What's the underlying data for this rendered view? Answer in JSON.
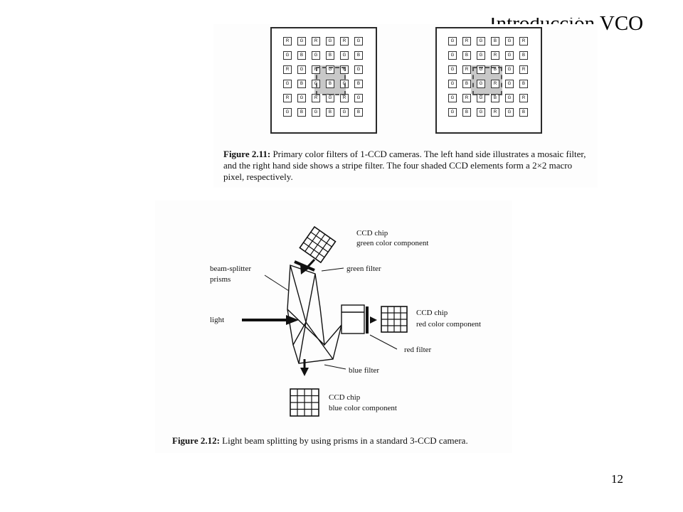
{
  "slide": {
    "title": "Introducción VCO",
    "page_number": "12"
  },
  "figure_2_11": {
    "caption_label": "Figure 2.11:",
    "caption_text": "Primary color filters of 1-CCD cameras. The left hand side illustrates a mosaic filter, and the right hand side shows a stripe filter. The four shaded CCD elements form a 2×2 macro pixel, respectively.",
    "mosaic_rows": [
      [
        "R",
        "G",
        "R",
        "G",
        "R",
        "G"
      ],
      [
        "G",
        "B",
        "G",
        "B",
        "G",
        "B"
      ],
      [
        "R",
        "G",
        "R",
        "G",
        "R",
        "G"
      ],
      [
        "G",
        "B",
        "G",
        "B",
        "G",
        "B"
      ],
      [
        "R",
        "G",
        "R",
        "G",
        "R",
        "G"
      ],
      [
        "G",
        "B",
        "G",
        "B",
        "G",
        "B"
      ]
    ],
    "stripe_rows": [
      [
        "G",
        "R",
        "G",
        "B",
        "G",
        "R"
      ],
      [
        "G",
        "B",
        "G",
        "R",
        "G",
        "B"
      ],
      [
        "G",
        "R",
        "G",
        "B",
        "G",
        "R"
      ],
      [
        "G",
        "B",
        "G",
        "R",
        "G",
        "B"
      ],
      [
        "G",
        "R",
        "G",
        "B",
        "G",
        "R"
      ],
      [
        "G",
        "B",
        "G",
        "R",
        "G",
        "B"
      ]
    ]
  },
  "figure_2_12": {
    "caption_label": "Figure 2.12:",
    "caption_text": "Light beam splitting by using prisms in a standard 3-CCD camera.",
    "labels": {
      "ccd_green_1": "CCD chip",
      "ccd_green_2": "green color component",
      "green_filter": "green filter",
      "prisms_1": "beam-splitter",
      "prisms_2": "prisms",
      "light": "light",
      "ccd_red_1": "CCD chip",
      "ccd_red_2": "red color component",
      "red_filter": "red filter",
      "blue_filter": "blue filter",
      "ccd_blue_1": "CCD chip",
      "ccd_blue_2": "blue color component"
    }
  }
}
